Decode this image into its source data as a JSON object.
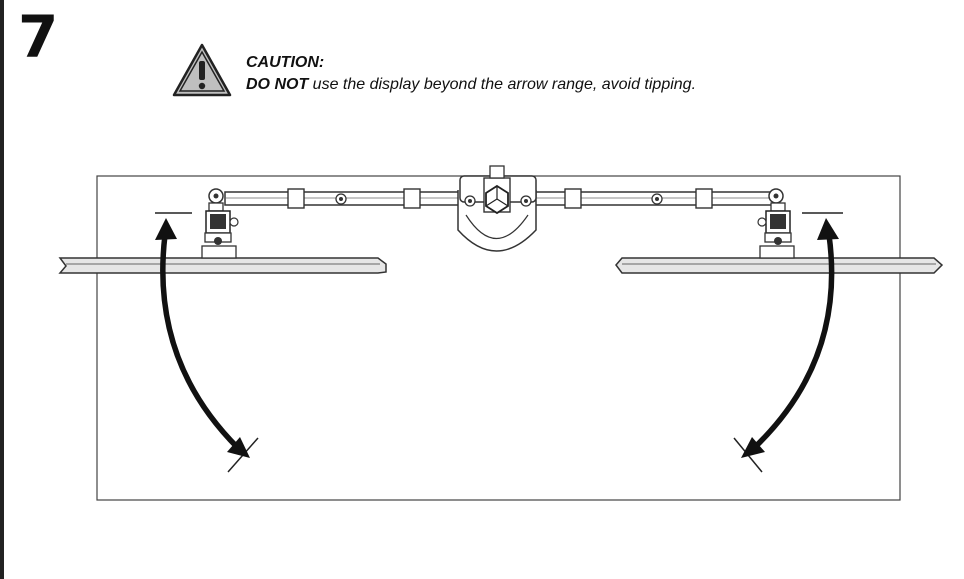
{
  "step": {
    "number": "7"
  },
  "caution": {
    "title": "CAUTION:",
    "emphasis": "DO NOT",
    "message": " use the display beyond the arrow range, avoid tipping."
  },
  "icons": {
    "warning": "warning-triangle-icon",
    "arrows": "curved-arrow-icon"
  },
  "colors": {
    "ink": "#111111",
    "panel": "#e6e6e6",
    "icon_fill": "#bfbfbf"
  }
}
